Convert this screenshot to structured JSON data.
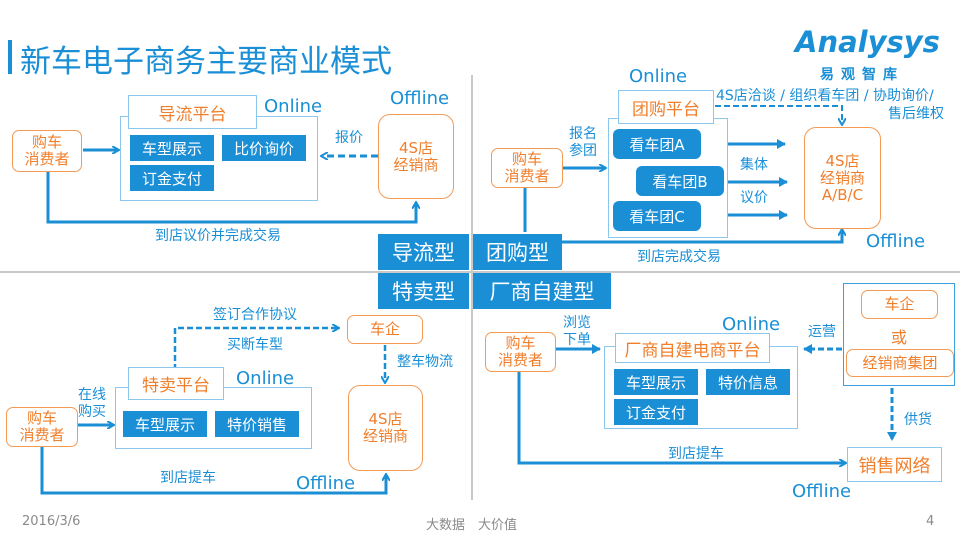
{
  "slide": {
    "title": "新车电子商务主要商业模式",
    "logo": {
      "brand": "Analysys",
      "sub": "易观智库"
    },
    "colors": {
      "primary": "#1a8fd6",
      "accent": "#f07f2c",
      "divider": "#c9c9c9"
    },
    "quadrant_labels": [
      "导流型",
      "团购型",
      "特卖型",
      "厂商自建型"
    ]
  },
  "q1": {
    "consumer": [
      "购车",
      "消费者"
    ],
    "platform": "导流平台",
    "online": "Online",
    "features": [
      "车型展示",
      "比价询价",
      "订金支付"
    ],
    "quote_label": "报价",
    "offline": "Offline",
    "dealer": [
      "4S店",
      "经销商"
    ],
    "bottom_label": "到店议价并完成交易"
  },
  "q2": {
    "online": "Online",
    "platform": "团购平台",
    "top_label_1": "4S店洽谈 / 组织看车团 / 协助询价/",
    "top_label_2": "售后维权",
    "join_label": [
      "报名",
      "参团"
    ],
    "consumer": [
      "购车",
      "消费者"
    ],
    "groups": [
      "看车团A",
      "看车团B",
      "看车团C"
    ],
    "negotiate_label": [
      "集体",
      "议价"
    ],
    "dealer": [
      "4S店",
      "经销商",
      "A/B/C"
    ],
    "offline": "Offline",
    "bottom_label": "到店完成交易"
  },
  "q3": {
    "contract_label": "签订合作协议",
    "buyout_label": "买断车型",
    "maker": "车企",
    "logistics_label": "整车物流",
    "platform": "特卖平台",
    "online": "Online",
    "buy_label": [
      "在线",
      "购买"
    ],
    "consumer": [
      "购车",
      "消费者"
    ],
    "features": [
      "车型展示",
      "特价销售"
    ],
    "dealer": [
      "4S店",
      "经销商"
    ],
    "bottom_label": "到店提车",
    "offline": "Offline"
  },
  "q4": {
    "browse_label": [
      "浏览",
      "下单"
    ],
    "online": "Online",
    "operate_label": "运营",
    "consumer": [
      "购车",
      "消费者"
    ],
    "platform": "厂商自建电商平台",
    "features": [
      "车型展示",
      "特价信息",
      "订金支付"
    ],
    "maker": "车企",
    "or": "或",
    "dealer_group": "经销商集团",
    "supply_label": "供货",
    "bottom_label": "到店提车",
    "sales_network": "销售网络",
    "offline": "Offline"
  },
  "footer": {
    "date": "2016/3/6",
    "slogan": "大数据　大价值",
    "page": "4"
  }
}
